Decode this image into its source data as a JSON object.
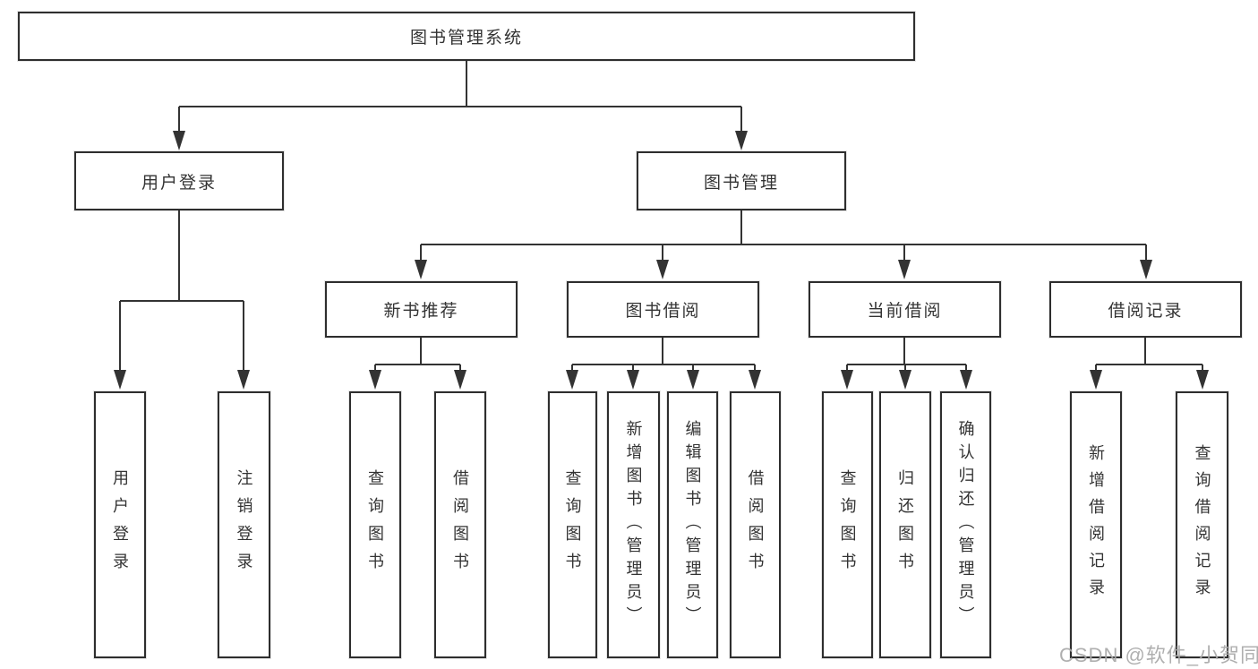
{
  "diagram": {
    "type": "tree",
    "title": "图书管理系统",
    "colors": {
      "line": "#333333",
      "box_border": "#2e2e2e",
      "text": "#333333",
      "background": "#ffffff",
      "watermark": "#a9a9a9"
    },
    "watermark": "CSDN @软件_小贺同学",
    "nodes": {
      "root": {
        "label": "图书管理系统"
      },
      "user_login": {
        "label": "用户登录"
      },
      "book_mgmt": {
        "label": "图书管理"
      },
      "new_book_rec": {
        "label": "新书推荐"
      },
      "book_borrow": {
        "label": "图书借阅"
      },
      "current_borrow": {
        "label": "当前借阅"
      },
      "borrow_record": {
        "label": "借阅记录"
      },
      "leaf_user_login": {
        "label": "用户登录"
      },
      "leaf_logout": {
        "label": "注销登录"
      },
      "rec_query_book": {
        "label": "查询图书"
      },
      "rec_borrow_book": {
        "label": "借阅图书"
      },
      "bb_query_book": {
        "label": "查询图书"
      },
      "bb_add_book": {
        "label": "新增图书（管理员）"
      },
      "bb_edit_book": {
        "label": "编辑图书（管理员）"
      },
      "bb_borrow_book": {
        "label": "借阅图书"
      },
      "cb_query_book": {
        "label": "查询图书"
      },
      "cb_return_book": {
        "label": "归还图书"
      },
      "cb_confirm_return": {
        "label": "确认归还（管理员）"
      },
      "br_add_record": {
        "label": "新增借阅记录"
      },
      "br_query_record": {
        "label": "查询借阅记录"
      }
    },
    "hierarchy": {
      "root": [
        "user_login",
        "book_mgmt"
      ],
      "user_login": [
        "leaf_user_login",
        "leaf_logout"
      ],
      "book_mgmt": [
        "new_book_rec",
        "book_borrow",
        "current_borrow",
        "borrow_record"
      ],
      "new_book_rec": [
        "rec_query_book",
        "rec_borrow_book"
      ],
      "book_borrow": [
        "bb_query_book",
        "bb_add_book",
        "bb_edit_book",
        "bb_borrow_book"
      ],
      "current_borrow": [
        "cb_query_book",
        "cb_return_book",
        "cb_confirm_return"
      ],
      "borrow_record": [
        "br_add_record",
        "br_query_record"
      ]
    }
  }
}
